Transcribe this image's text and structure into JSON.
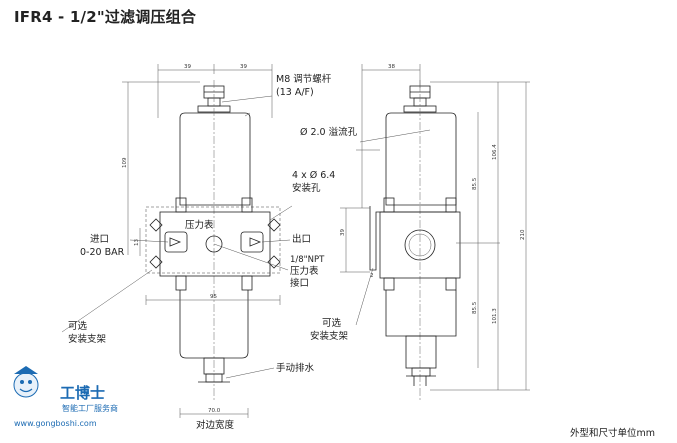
{
  "title": "IFR4 - 1/2\"过滤调压组合",
  "front_view": {
    "dim_top_left": "39",
    "dim_top_right": "39",
    "dim_height_upper": "109",
    "dim_port": "13",
    "dim_bracket_width": "95",
    "dim_body_width": "70.0",
    "label_adjust_screw_line1": "M8 调节螺杆",
    "label_adjust_screw_line2": "(13 A/F)",
    "label_gauge": "压力表",
    "label_inlet_line1": "进口",
    "label_inlet_line2": "0-20 BAR",
    "label_outlet": "出口",
    "label_gauge_port_line1": "1/8\"NPT",
    "label_gauge_port_line2": "压力表",
    "label_gauge_port_line3": "接口",
    "label_mount_holes_line1": "4 x Ø 6.4",
    "label_mount_holes_line2": "安装孔",
    "label_relief_hole": "Ø 2.0 溢流孔",
    "label_optional_bracket_line1": "可选",
    "label_optional_bracket_line2": "安装支架",
    "label_manual_drain": "手动排水",
    "label_width_bottom": "对边宽度"
  },
  "side_view": {
    "dim_top": "38",
    "dim_port_height": "39",
    "dim_step": "2",
    "dim_upper": "106.4",
    "dim_upper_inner": "85.5",
    "dim_lower_inner": "85.5",
    "dim_lower": "101.3",
    "dim_total": "210",
    "label_optional_bracket_line1": "可选",
    "label_optional_bracket_line2": "安装支架"
  },
  "footer": {
    "units_note": "外型和尺寸单位mm"
  },
  "logo": {
    "name": "工博士",
    "slogan": "智能工厂服务商",
    "url": "www.gongboshi.com"
  }
}
